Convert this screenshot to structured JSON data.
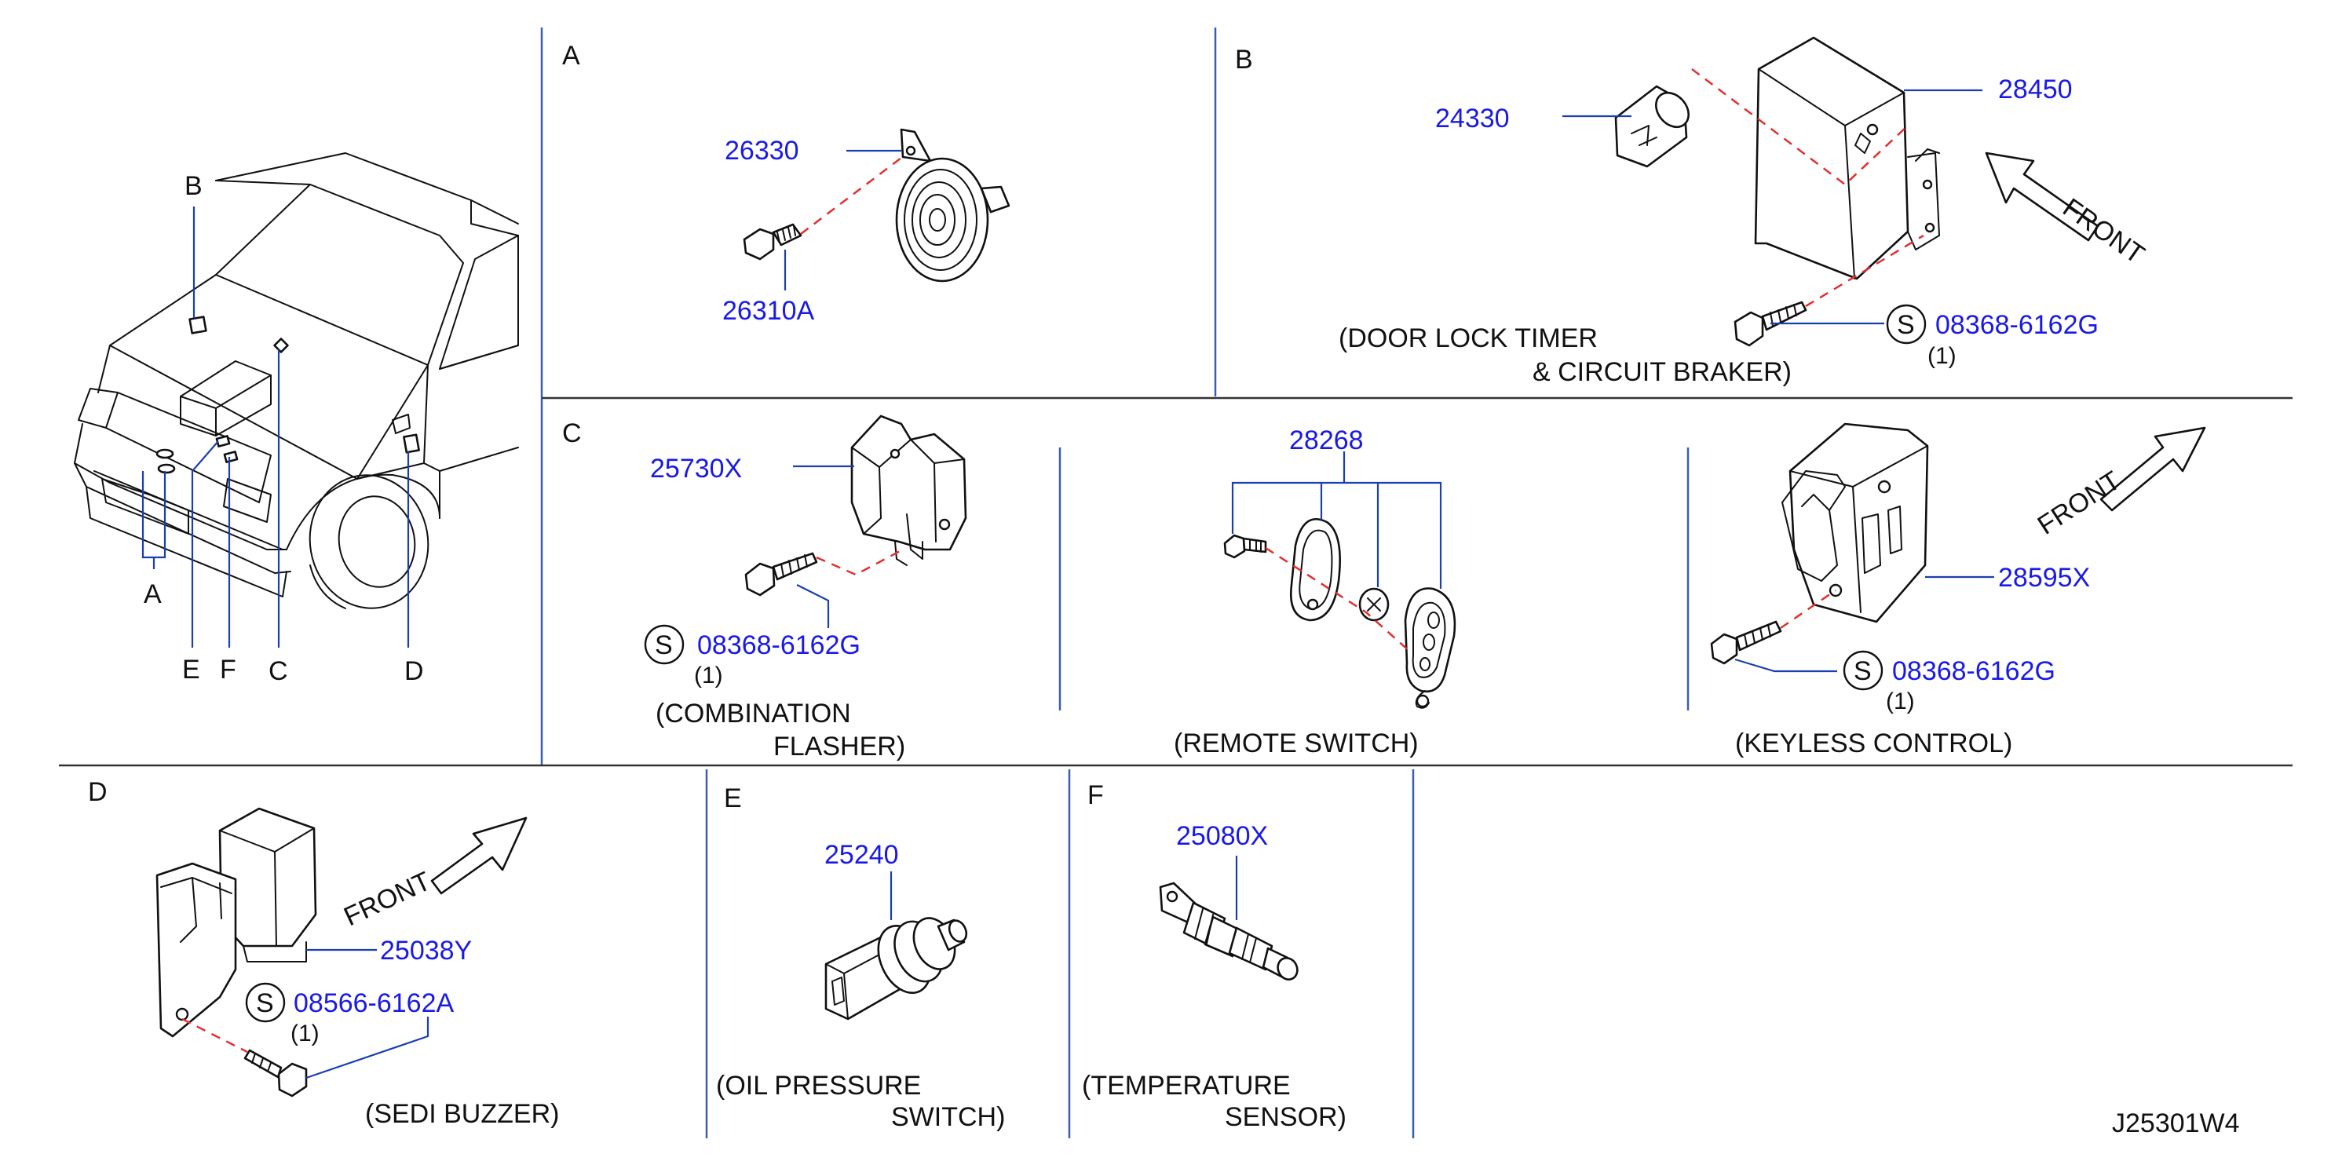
{
  "sections": {
    "A": "A",
    "B": "B",
    "C": "C",
    "D": "D",
    "E": "E",
    "F": "F"
  },
  "vehicle": {
    "callouts": {
      "A": "A",
      "B": "B",
      "C": "C",
      "D": "D",
      "E": "E",
      "F": "F"
    }
  },
  "horn": {
    "part1": "26330",
    "part2": "26310A"
  },
  "door_lock": {
    "part_bulb": "24330",
    "part_timer": "28450",
    "front": "FRONT",
    "screw_symbol": "S",
    "screw_part": "08368-6162G",
    "screw_qty": "(1)",
    "caption_line1": "(DOOR   LOCK   TIMER",
    "caption_line2": "&   CIRCUIT   BRAKER)"
  },
  "flasher": {
    "part": "25730X",
    "screw_symbol": "S",
    "screw_part": "08368-6162G",
    "screw_qty": "(1)",
    "caption_line1": "(COMBINATION",
    "caption_line2": "FLASHER)"
  },
  "remote": {
    "part": "28268",
    "caption": "(REMOTE   SWITCH)"
  },
  "keyless": {
    "part": "28595X",
    "front": "FRONT",
    "screw_symbol": "S",
    "screw_part": "08368-6162G",
    "screw_qty": "(1)",
    "caption": "(KEYLESS   CONTROL)"
  },
  "buzzer": {
    "part": "25038Y",
    "front": "FRONT",
    "screw_symbol": "S",
    "screw_part": "08566-6162A",
    "screw_qty": "(1)",
    "caption": "(SEDI   BUZZER)"
  },
  "oil": {
    "part": "25240",
    "caption_line1": "(OIL   PRESSURE",
    "caption_line2": "SWITCH)"
  },
  "temp": {
    "part": "25080X",
    "caption_line1": "(TEMPERATURE",
    "caption_line2": "SENSOR)"
  },
  "diagram_id": "J25301W4",
  "colors": {
    "part_number": "#1a1ae6",
    "guide_dash": "#e03030",
    "leader": "#1a3fb0"
  }
}
